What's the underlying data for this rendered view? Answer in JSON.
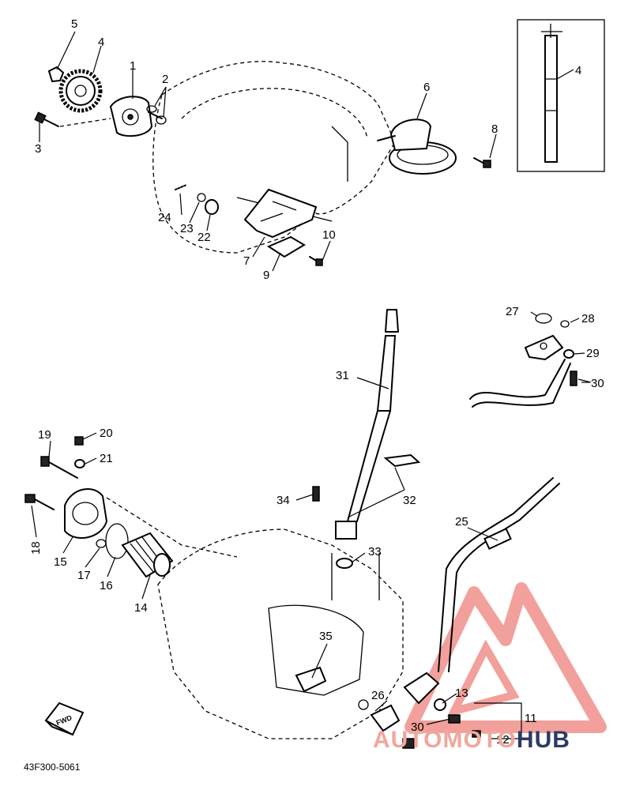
{
  "part_labels": {
    "p1": "1",
    "p2": "2",
    "p3": "3",
    "p4": "4",
    "p4b": "4",
    "p5": "5",
    "p6": "6",
    "p7": "7",
    "p8": "8",
    "p9": "9",
    "p10": "10",
    "p11": "11",
    "p12": "12",
    "p13": "13",
    "p14": "14",
    "p15": "15",
    "p16": "16",
    "p17": "17",
    "p18": "18",
    "p19": "19",
    "p20": "20",
    "p21": "21",
    "p22": "22",
    "p23": "23",
    "p24": "24",
    "p25": "25",
    "p26": "26",
    "p27": "27",
    "p28": "28",
    "p29": "29",
    "p30": "30",
    "p30b": "30",
    "p31": "31",
    "p32": "32",
    "p33": "33",
    "p34": "34",
    "p35": "35"
  },
  "direction_label": "FWD",
  "reference_code": "43F300-5061",
  "watermark": {
    "part_a": "AUTOMOTO",
    "part_b": "HUB",
    "color_a": "#f0a79b",
    "color_b": "#2d3a63"
  }
}
